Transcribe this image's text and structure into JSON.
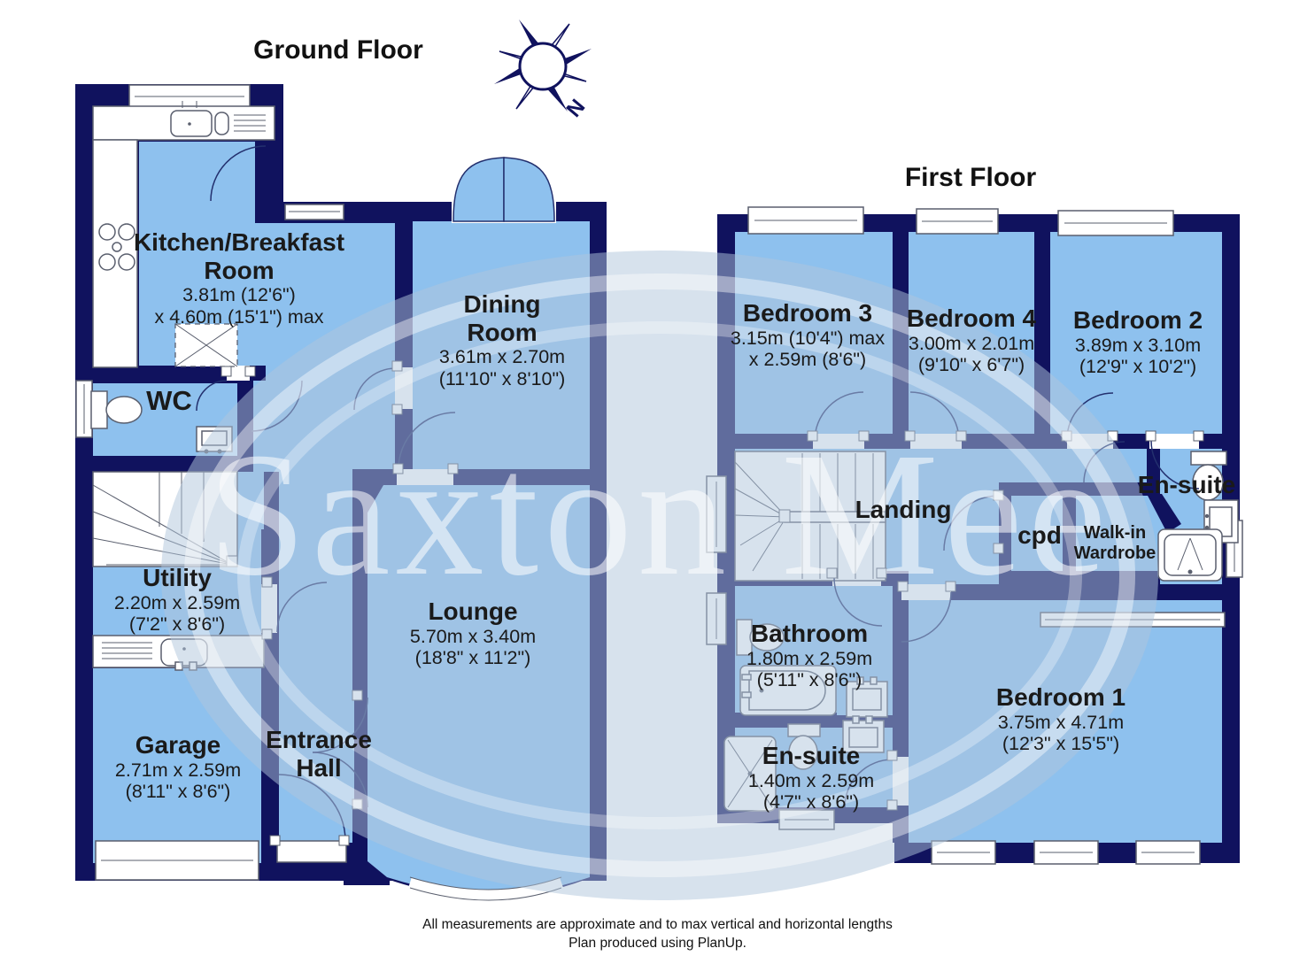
{
  "titles": {
    "ground": "Ground Floor",
    "first": "First Floor"
  },
  "compass": {
    "north_label": "N"
  },
  "watermark": {
    "text": "Saxton Mee"
  },
  "colors": {
    "wall": "#10125e",
    "room": "#8ec1ee",
    "label": "#1a1a1a"
  },
  "ground_floor": {
    "rooms": {
      "kitchen": {
        "name_line1": "Kitchen/Breakfast",
        "name_line2": "Room",
        "dim1": "3.81m (12'6\")",
        "dim2": "x 4.60m (15'1\") max"
      },
      "wc": {
        "name": "WC"
      },
      "dining": {
        "name_line1": "Dining",
        "name_line2": "Room",
        "dim1": "3.61m x 2.70m",
        "dim2": "(11'10\" x 8'10\")"
      },
      "utility": {
        "name": "Utility",
        "dim1": "2.20m x 2.59m",
        "dim2": "(7'2\" x 8'6\")"
      },
      "lounge": {
        "name": "Lounge",
        "dim1": "5.70m x 3.40m",
        "dim2": "(18'8\" x 11'2\")"
      },
      "garage": {
        "name": "Garage",
        "dim1": "2.71m x 2.59m",
        "dim2": "(8'11\" x 8'6\")"
      },
      "entrance": {
        "name_line1": "Entrance",
        "name_line2": "Hall"
      }
    }
  },
  "first_floor": {
    "rooms": {
      "bedroom3": {
        "name": "Bedroom 3",
        "dim1": "3.15m (10'4\") max",
        "dim2": "x 2.59m (8'6\")"
      },
      "bedroom4": {
        "name": "Bedroom 4",
        "dim1": "3.00m x 2.01m",
        "dim2": "(9'10\" x 6'7\")"
      },
      "bedroom2": {
        "name": "Bedroom 2",
        "dim1": "3.89m x 3.10m",
        "dim2": "(12'9\" x 10'2\")"
      },
      "landing": {
        "name": "Landing"
      },
      "cpd": {
        "name": "cpd"
      },
      "walk_in": {
        "name_line1": "Walk-in",
        "name_line2": "Wardrobe"
      },
      "ensuite_top": {
        "name": "En-suite"
      },
      "bathroom": {
        "name": "Bathroom",
        "dim1": "1.80m x 2.59m",
        "dim2": "(5'11\" x 8'6\")"
      },
      "ensuite_bottom": {
        "name": "En-suite",
        "dim1": "1.40m x 2.59m",
        "dim2": "(4'7\" x 8'6\")"
      },
      "bedroom1": {
        "name": "Bedroom 1",
        "dim1": "3.75m x 4.71m",
        "dim2": "(12'3\" x 15'5\")"
      }
    }
  },
  "footer": {
    "line1": "All measurements are approximate and to max vertical and horizontal lengths",
    "line2": "Plan produced using PlanUp."
  }
}
